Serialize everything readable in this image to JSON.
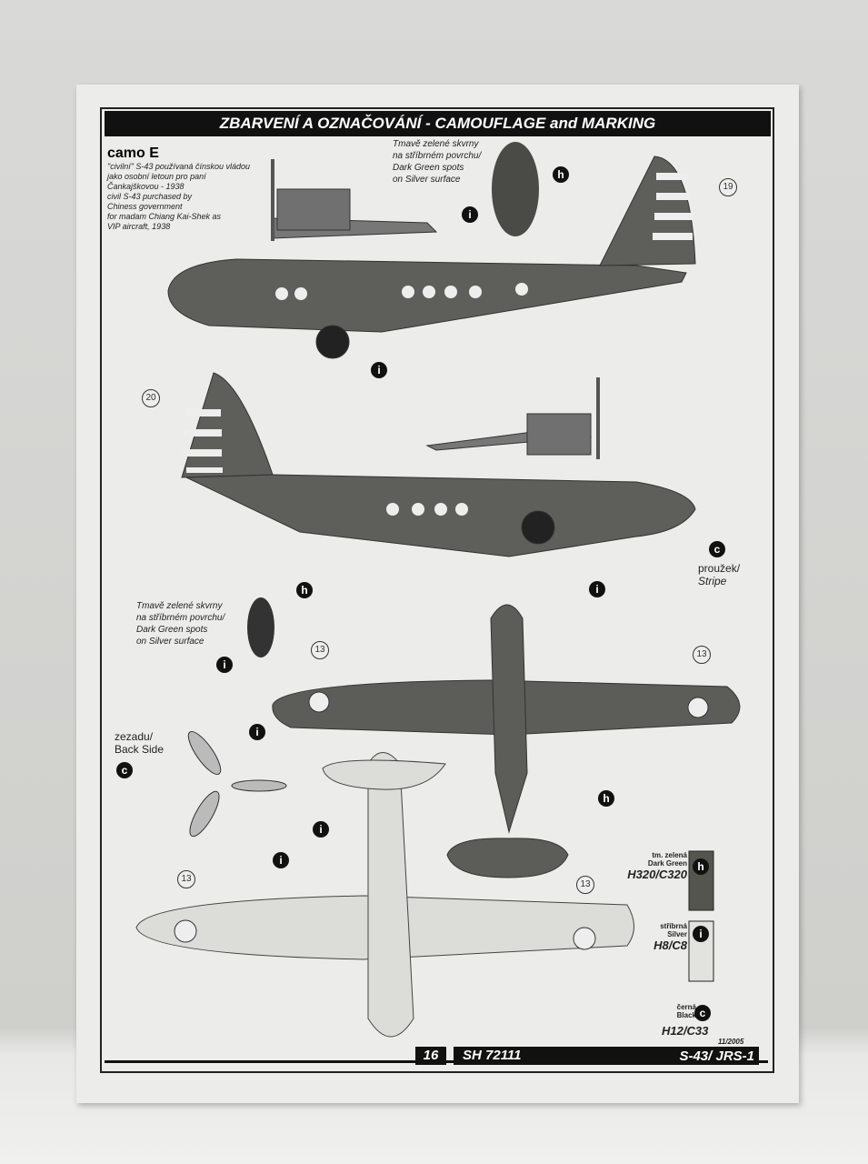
{
  "header": {
    "title": "ZBARVENÍ A OZNAČOVÁNÍ - CAMOUFLAGE and MARKING"
  },
  "camo": {
    "title": "camo E",
    "cz": [
      "\"civilní\" S-43 používaná čínskou vládou",
      "jako osobní letoun pro paní",
      "Čankajškovou - 1938"
    ],
    "en": [
      "civil S-43 purchased by",
      "Chiness government",
      "for madam Chiang Kai-Shek as",
      "VIP aircraft, 1938"
    ]
  },
  "callout_spots": [
    "Tmavě zelené skvrny",
    "na stříbrném povrchu/",
    "Dark Green spots",
    "on Silver surface"
  ],
  "stripe": [
    "proužek/",
    "Stripe"
  ],
  "back_side": [
    "zezadu/",
    "Back Side"
  ],
  "markers": {
    "h": "h",
    "i": "i",
    "c": "c"
  },
  "numbers": {
    "n19": "19",
    "n20": "20",
    "n13": "13"
  },
  "legend": [
    {
      "cz": "tm. zelená",
      "en": "Dark Green",
      "code": "H320/C320",
      "marker": "h",
      "color": "#555550"
    },
    {
      "cz": "stříbrná",
      "en": "Silver",
      "code": "H8/C8",
      "marker": "i",
      "color": "#e2e2df"
    },
    {
      "cz": "černá",
      "en": "Black",
      "code": "H12/C33",
      "marker": "c",
      "color": "#111111"
    }
  ],
  "footer": {
    "page": "16",
    "kit": "SH 72111",
    "date": "11/2005",
    "model": "S-43/ JRS-1"
  }
}
